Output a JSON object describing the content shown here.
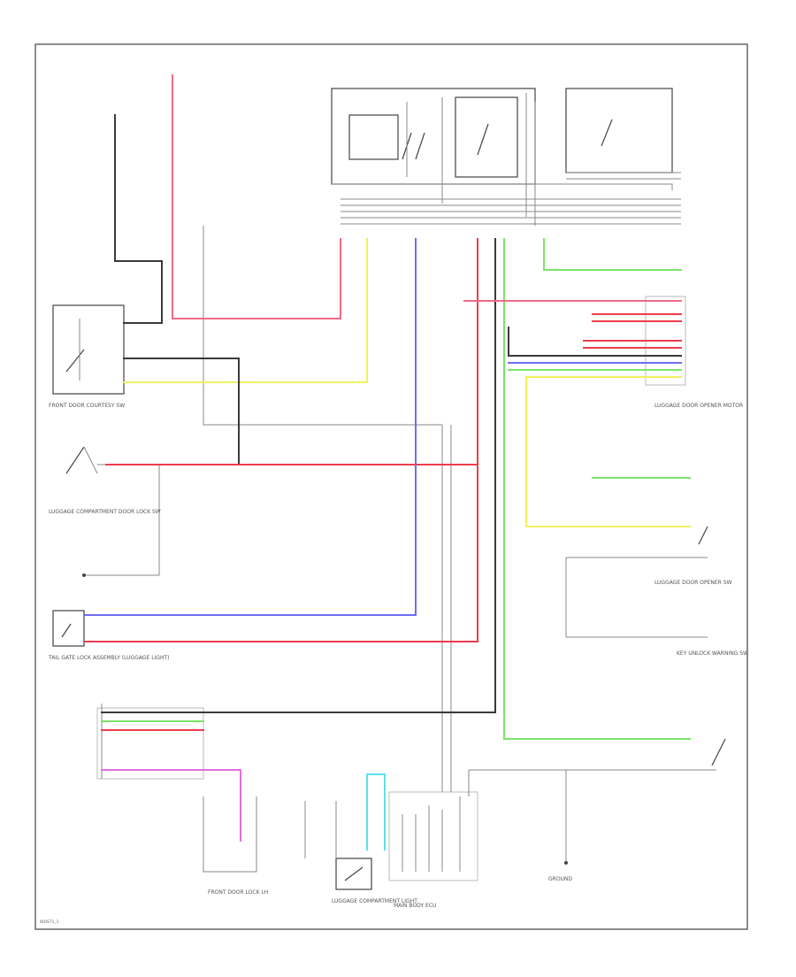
{
  "diagram": {
    "footer_code": "WDST1_1",
    "colors": {
      "black": "#3a3a3a",
      "pink": "#f06a85",
      "yellow": "#f0f060",
      "green": "#7ce36a",
      "red": "#ee3d4c",
      "blue": "#6e6ef0",
      "violet": "#e06ee0",
      "cyan": "#5ce0ee",
      "gray": "#999999"
    },
    "components": [
      {
        "id": "courtesy-switch",
        "label": "FRONT DOOR COURTESY SW"
      },
      {
        "id": "door-lock-switch",
        "label": "LUGGAGE COMPARTMENT DOOR LOCK SW"
      },
      {
        "id": "tail-lock-assembly",
        "label": "TAIL GATE LOCK ASSEMBLY (LUGGAGE LIGHT)"
      },
      {
        "id": "dome-light",
        "label": "LUGGAGE COMPARTMENT LIGHT"
      },
      {
        "id": "body-ecu",
        "label": "MAIN BODY ECU"
      },
      {
        "id": "door-lock-motor",
        "label": "LUGGAGE DOOR OPENER MOTOR"
      },
      {
        "id": "opener-switch",
        "label": "LUGGAGE DOOR OPENER SW"
      },
      {
        "id": "key-switch",
        "label": "KEY UNLOCK WARNING SW"
      },
      {
        "id": "front-lh-lock",
        "label": "FRONT DOOR LOCK LH"
      },
      {
        "id": "center-ground",
        "label": "GROUND"
      }
    ]
  }
}
